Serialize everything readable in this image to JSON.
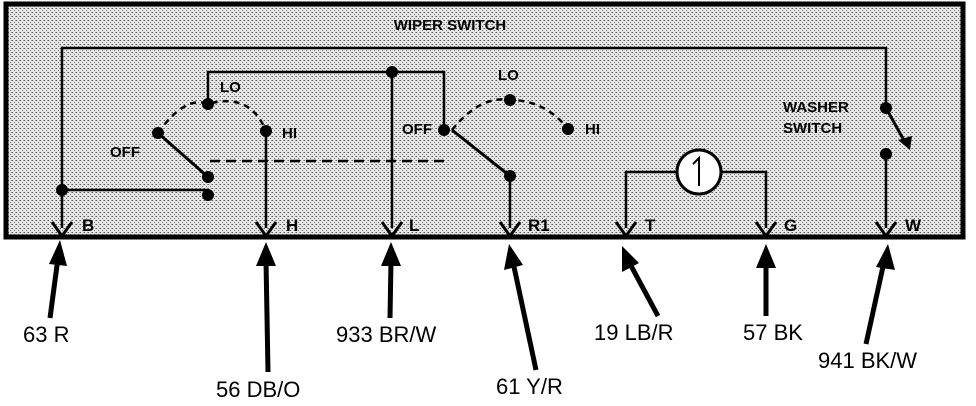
{
  "switch_title": "WIPER SWITCH",
  "washer_switch_label": [
    "WASHER",
    "SWITCH"
  ],
  "wiper_positions": {
    "left": {
      "off": "OFF",
      "lo": "LO",
      "hi": "HI"
    },
    "right": {
      "off": "OFF",
      "lo": "LO",
      "hi": "HI"
    }
  },
  "terminals": [
    "B",
    "H",
    "L",
    "R1",
    "T",
    "G",
    "W"
  ],
  "wires": [
    "63 R",
    "56 DB/O",
    "933 BR/W",
    "61 Y/R",
    "19 LB/R",
    "57 BK",
    "941 BK/W"
  ],
  "colors": {
    "ink": "#000000",
    "box_fill": "#d8d8d8",
    "background": "#ffffff"
  }
}
